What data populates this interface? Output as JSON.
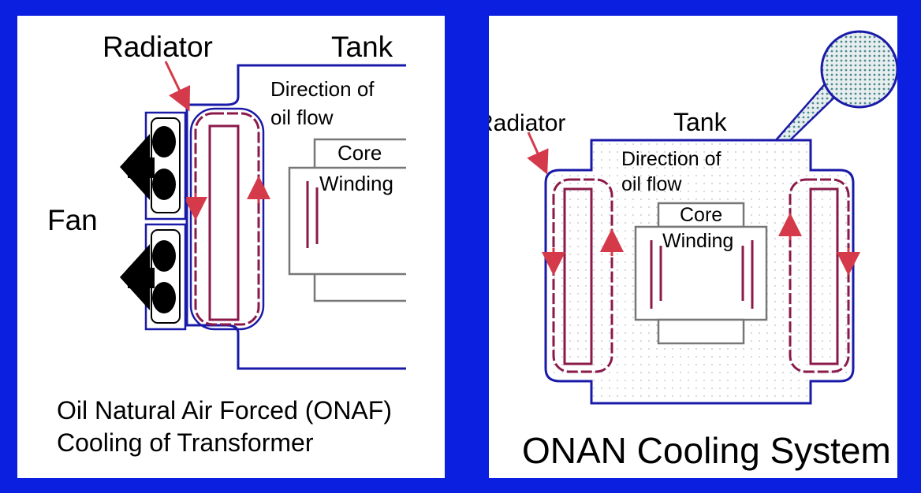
{
  "colors": {
    "background": "#0a1fe0",
    "panel": "#ffffff",
    "tank_outline": "#1a1aa8",
    "oil_flow": "#8b1a4a",
    "arrow": "#d43a4a",
    "core": "#777777"
  },
  "onaf": {
    "radiator_label": "Radiator",
    "tank_label": "Tank",
    "flow_line1": "Direction of",
    "flow_line2": "oil flow",
    "core_label": "Core",
    "winding_label": "Winding",
    "fan_label": "Fan",
    "caption_line1": "Oil Natural Air Forced (ONAF)",
    "caption_line2": "Cooling of Transformer"
  },
  "onan": {
    "radiator_label": "Radiator",
    "tank_label": "Tank",
    "flow_line1": "Direction of",
    "flow_line2": "oil flow",
    "core_label": "Core",
    "winding_label": "Winding",
    "caption": "ONAN Cooling System"
  }
}
